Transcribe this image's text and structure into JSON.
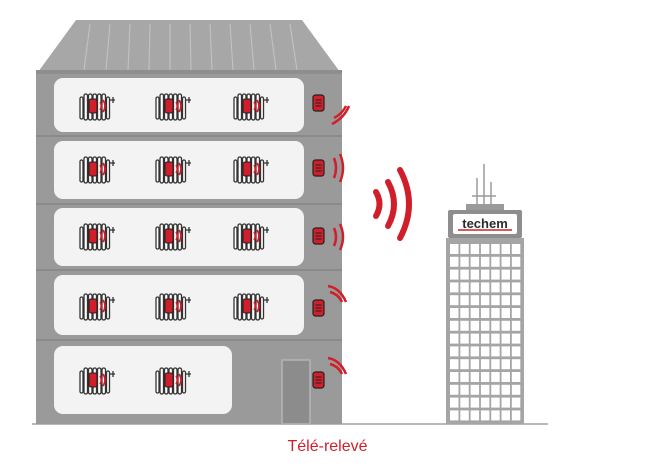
{
  "caption": "Télé-relevé",
  "logo_text": "techem",
  "colors": {
    "accent_red": "#d01f2a",
    "building": "#9a9a9a",
    "building_dark": "#7c7c7c",
    "panel": "#f3f3f3",
    "tower": "#a5a5a5"
  },
  "floors": [
    {
      "radiators": 3,
      "signal_icon": "wifi-signal-icon"
    },
    {
      "radiators": 3,
      "signal_icon": "wifi-signal-icon"
    },
    {
      "radiators": 3,
      "signal_icon": "wifi-signal-icon"
    },
    {
      "radiators": 3,
      "signal_icon": "wifi-signal-icon"
    },
    {
      "radiators": 2,
      "signal_icon": "wifi-signal-icon"
    }
  ],
  "icons": [
    "radiator-icon",
    "meter-icon",
    "wifi-signal-icon",
    "antenna-icon",
    "tower-icon"
  ]
}
